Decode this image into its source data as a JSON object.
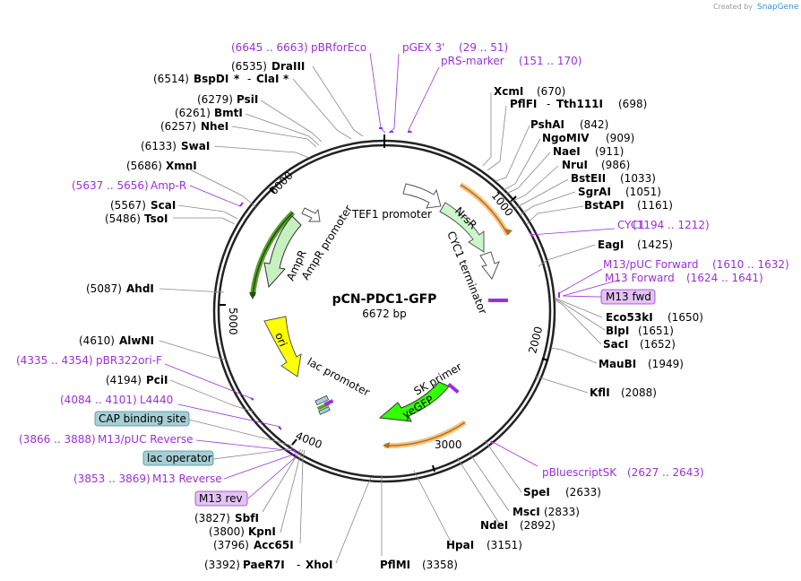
{
  "credit": "Created by",
  "credit_brand": "SnapGene",
  "plasmid_name": "pCN-PDC1-GFP",
  "plasmid_size": "6672 bp",
  "ticks": [
    "1000",
    "2000",
    "3000",
    "4000",
    "5000",
    "6000"
  ],
  "features": [
    "TEF1 promoter",
    "NrsR",
    "CYC1 terminator",
    "SK primer",
    "yeGFP",
    "lac promoter",
    "ori",
    "AmpR",
    "AmpR promoter"
  ],
  "sites_right": [
    {
      "name": "XcmI",
      "pos": "(670)"
    },
    {
      "name": "PflFI",
      "sep": "-",
      "name2": "Tth111I",
      "pos": "(698)"
    },
    {
      "name": "PshAI",
      "pos": "(842)"
    },
    {
      "name": "NgoMIV",
      "pos": "(909)"
    },
    {
      "name": "NaeI",
      "pos": "(911)"
    },
    {
      "name": "NruI",
      "pos": "(986)"
    },
    {
      "name": "BstEII",
      "pos": "(1033)"
    },
    {
      "name": "SgrAI",
      "pos": "(1051)"
    },
    {
      "name": "BstAPI",
      "pos": "(1161)"
    },
    {
      "name": "EagI",
      "pos": "(1425)"
    },
    {
      "name": "Eco53kI",
      "pos": "(1650)"
    },
    {
      "name": "BlpI",
      "pos": "(1651)"
    },
    {
      "name": "SacI",
      "pos": "(1652)"
    },
    {
      "name": "MauBI",
      "pos": "(1949)"
    },
    {
      "name": "KflI",
      "pos": "(2088)"
    }
  ],
  "sites_bottom": [
    {
      "name": "SpeI",
      "pos": "(2633)"
    },
    {
      "name": "MscI",
      "pos": "(2833)"
    },
    {
      "name": "NdeI",
      "pos": "(2892)"
    },
    {
      "name": "HpaI",
      "pos": "(3151)"
    },
    {
      "name": "PflMI",
      "pos": "(3358)"
    },
    {
      "name": "PaeR7I",
      "sep": "-",
      "name2": "XhoI",
      "pos": "(3392)"
    }
  ],
  "sites_left": [
    {
      "name": "DraIII",
      "pos": "(6535)"
    },
    {
      "name": "BspDI",
      "star": "*",
      "sep": "-",
      "name2": "ClaI",
      "star2": "*",
      "pos": "(6514)"
    },
    {
      "name": "PsiI",
      "pos": "(6279)"
    },
    {
      "name": "BmtI",
      "pos": "(6261)"
    },
    {
      "name": "NheI",
      "pos": "(6257)"
    },
    {
      "name": "SwaI",
      "pos": "(6133)"
    },
    {
      "name": "XmnI",
      "pos": "(5686)"
    },
    {
      "name": "ScaI",
      "pos": "(5567)"
    },
    {
      "name": "TsoI",
      "pos": "(5486)"
    },
    {
      "name": "AhdI",
      "pos": "(5087)"
    },
    {
      "name": "AlwNI",
      "pos": "(4610)"
    },
    {
      "name": "PciI",
      "pos": "(4194)"
    },
    {
      "name": "SbfI",
      "pos": "(3827)"
    },
    {
      "name": "KpnI",
      "pos": "(3800)"
    },
    {
      "name": "Acc65I",
      "pos": "(3796)"
    }
  ],
  "primers": [
    {
      "range": "(6645 .. 6663)",
      "name": "pBRforEco"
    },
    {
      "name": "pGEX 3'",
      "range": "(29 .. 51)"
    },
    {
      "name": "pRS-marker",
      "range": "(151 .. 170)"
    },
    {
      "name": "CYC1",
      "range": "(1194 .. 1212)"
    },
    {
      "name": "M13/pUC Forward",
      "range": "(1610 .. 1632)"
    },
    {
      "name": "M13 Forward",
      "range": "(1624 .. 1641)"
    },
    {
      "name": "pBluescriptSK",
      "range": "(2627 .. 2643)"
    },
    {
      "range": "(5637 .. 5656)",
      "name": "Amp-R"
    },
    {
      "range": "(4335 .. 4354)",
      "name": "pBR322ori-F"
    },
    {
      "range": "(4084 .. 4101)",
      "name": "L4440"
    },
    {
      "range": "(3866 .. 3888)",
      "name": "M13/pUC Reverse"
    },
    {
      "range": "(3853 .. 3869)",
      "name": "M13 Reverse"
    }
  ],
  "boxes": [
    {
      "label": "M13 fwd",
      "kind": "primer"
    },
    {
      "label": "CAP binding site",
      "kind": "protein"
    },
    {
      "label": "lac operator",
      "kind": "protein"
    },
    {
      "label": "M13 rev",
      "kind": "primer"
    }
  ],
  "colors": {
    "backbone": "#222222",
    "primer": "#9b30d9",
    "primer_box": "#e3c3f3",
    "protein_box": "#a6cfd5",
    "promoter_green": "#ccf5cc",
    "ampr_fill": "#c7f0c1",
    "ampr_stroke": "#5aa02c",
    "ori": "#ffff00",
    "yegfp": "#33ff00",
    "terminator": "#ffffff",
    "orange_arc": "#f7c480"
  }
}
